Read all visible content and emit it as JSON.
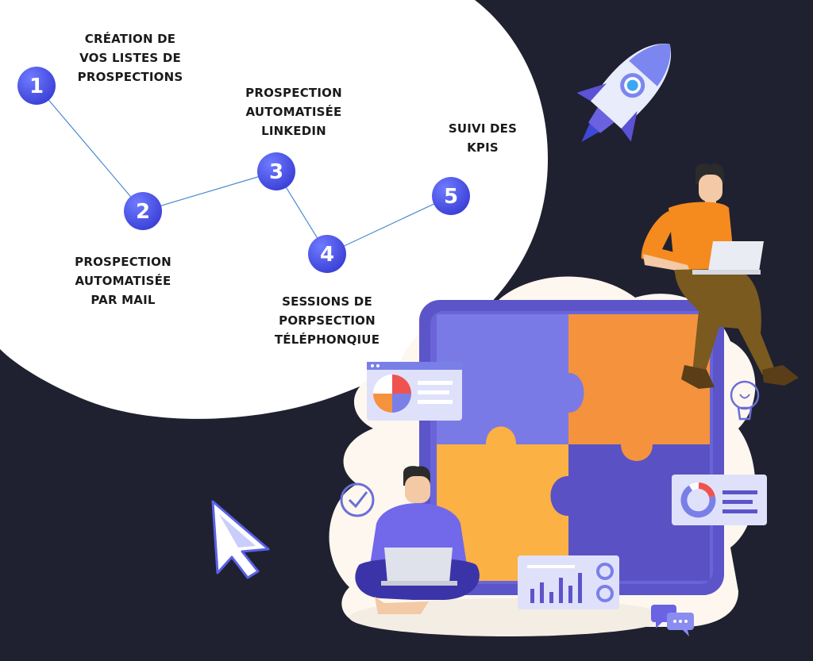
{
  "steps": [
    {
      "number": "1",
      "label_lines": [
        "CRÉATION DE",
        "VOS LISTES DE",
        "PROSPECTIONS"
      ]
    },
    {
      "number": "2",
      "label_lines": [
        "PROSPECTION",
        "AUTOMATISÉE",
        "PAR MAIL"
      ]
    },
    {
      "number": "3",
      "label_lines": [
        "PROSPECTION",
        "AUTOMATISÉE",
        "LINKEDIN"
      ]
    },
    {
      "number": "4",
      "label_lines": [
        "SESSIONS DE",
        "PORPSECTION",
        "TÉLÉPHONQIUE"
      ]
    },
    {
      "number": "5",
      "label_lines": [
        "SUIVI DES",
        "KPIS"
      ]
    }
  ],
  "colors": {
    "background": "#1f2130",
    "panel": "#ffffff",
    "step_circle": "#4a52e8",
    "connector": "#4a8ad0",
    "puzzle_purple": "#7a7ae6",
    "puzzle_orange": "#f5923e",
    "puzzle_yellow": "#fbb144",
    "puzzle_dark": "#5c55c9",
    "shirt_orange": "#f58a1f",
    "shirt_purple": "#7268ea"
  },
  "icons": [
    "rocket-icon",
    "cursor-icon",
    "checkmark-icon",
    "lightbulb-icon",
    "chat-bubbles-icon",
    "pie-chart-card-icon",
    "donut-chart-card-icon",
    "bar-chart-card-icon",
    "laptop-icon"
  ]
}
